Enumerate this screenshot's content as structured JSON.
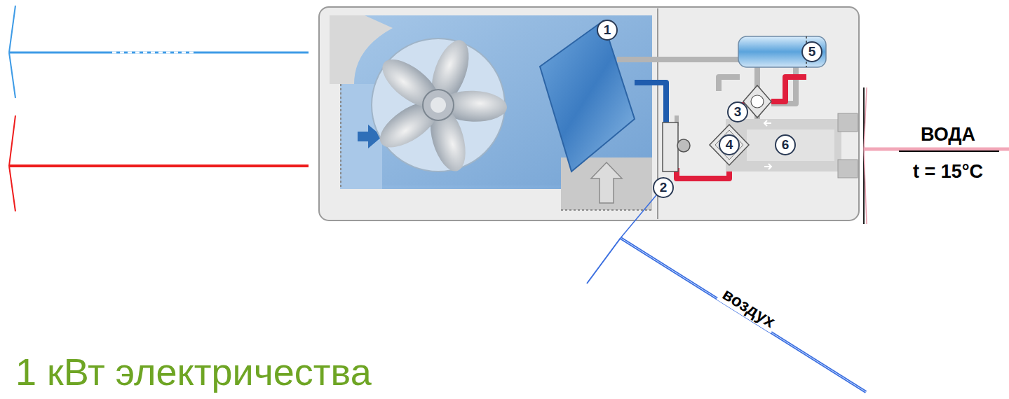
{
  "diagram": {
    "labels": [
      "1",
      "2",
      "3",
      "4",
      "5",
      "6",
      "ВОДА",
      "t = 15°C",
      "воздух",
      "1 кВт электричества"
    ]
  }
}
